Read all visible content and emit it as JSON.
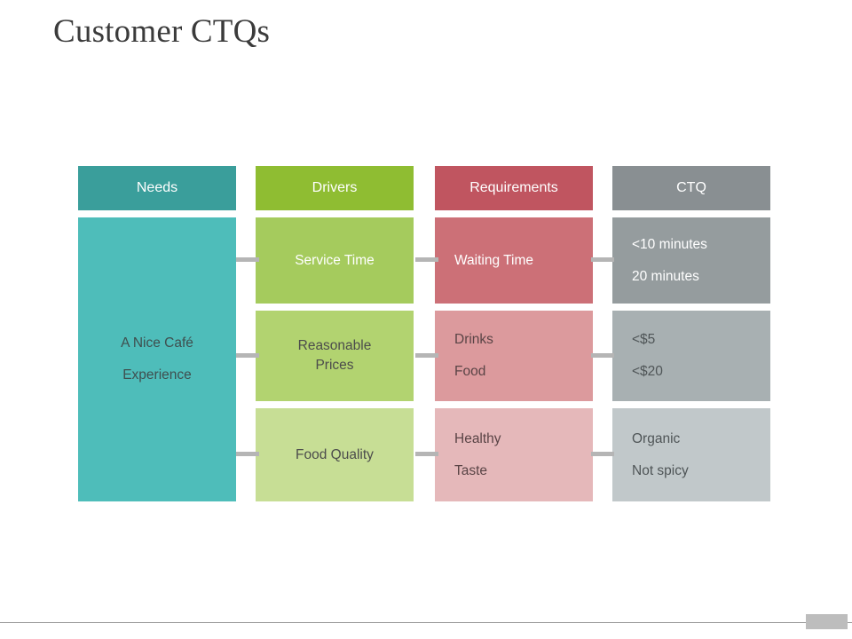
{
  "slide": {
    "title": "Customer CTQs",
    "title_color": "#3b3b3b",
    "background": "#ffffff"
  },
  "diagram": {
    "type": "ctq-tree",
    "columns": [
      {
        "key": "needs",
        "header": "Needs",
        "header_color": "#3a9e9b",
        "header_text_color": "#ffffff",
        "body_color": "#4ebdba",
        "align": "center",
        "cells": [
          {
            "lines": [
              "A Nice Café",
              "Experience"
            ],
            "fill": "#4ebdba",
            "text_color": "#3f4f4f",
            "span": 3
          }
        ]
      },
      {
        "key": "drivers",
        "header": "Drivers",
        "header_color": "#8fbd32",
        "header_text_color": "#ffffff",
        "align": "center",
        "cells": [
          {
            "lines": [
              "Service Time"
            ],
            "fill": "#a5cb5d",
            "text_color": "#ffffff"
          },
          {
            "lines": [
              "Reasonable",
              "Prices"
            ],
            "fill": "#b2d370",
            "text_color": "#4c4c4c"
          },
          {
            "lines": [
              "Food Quality"
            ],
            "fill": "#c7de95",
            "text_color": "#4c4c4c"
          }
        ]
      },
      {
        "key": "requirements",
        "header": "Requirements",
        "header_color": "#c05560",
        "header_text_color": "#ffffff",
        "align": "left",
        "cells": [
          {
            "lines": [
              "Waiting Time"
            ],
            "fill": "#cc7077",
            "text_color": "#ffffff"
          },
          {
            "lines": [
              "Drinks",
              "Food"
            ],
            "fill": "#dc9a9d",
            "text_color": "#5a4446"
          },
          {
            "lines": [
              "Healthy",
              "Taste"
            ],
            "fill": "#e5b8ba",
            "text_color": "#5a4446"
          }
        ]
      },
      {
        "key": "ctq",
        "header": "CTQ",
        "header_color": "#898f92",
        "header_text_color": "#ffffff",
        "align": "left",
        "cells": [
          {
            "lines": [
              "<10 minutes",
              "20 minutes"
            ],
            "fill": "#959c9e",
            "text_color": "#ffffff"
          },
          {
            "lines": [
              "<$5",
              "<$20"
            ],
            "fill": "#a8b0b2",
            "text_color": "#4f5557"
          },
          {
            "lines": [
              "Organic",
              "Not spicy"
            ],
            "fill": "#c1c8ca",
            "text_color": "#4f5557"
          }
        ]
      }
    ],
    "connector_color": "#b5b5b5",
    "connector_count": 9
  },
  "footer": {
    "rule_color": "#9a9a9a",
    "tab_color": "#bdbdbd"
  }
}
